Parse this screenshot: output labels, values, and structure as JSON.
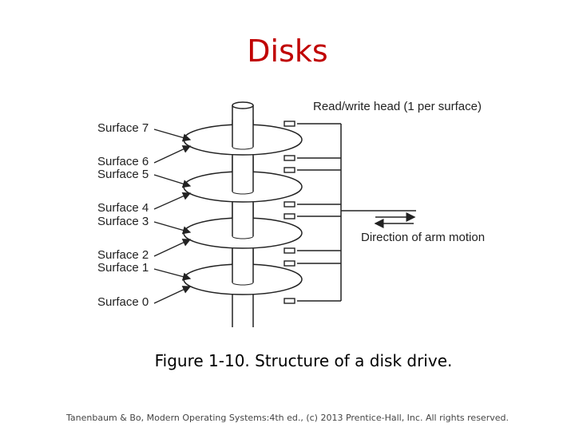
{
  "slide": {
    "title": "Disks",
    "caption": "Figure 1-10. Structure of a disk drive.",
    "footer": "Tanenbaum & Bo, Modern Operating Systems:4th ed., (c) 2013 Prentice-Hall, Inc. All rights reserved."
  },
  "diagram": {
    "head_label": "Read/write head (1 per surface)",
    "arm_label": "Direction of arm motion",
    "surfaces": [
      "Surface 7",
      "Surface 6",
      "Surface 5",
      "Surface 4",
      "Surface 3",
      "Surface 2",
      "Surface 1",
      "Surface 0"
    ]
  }
}
